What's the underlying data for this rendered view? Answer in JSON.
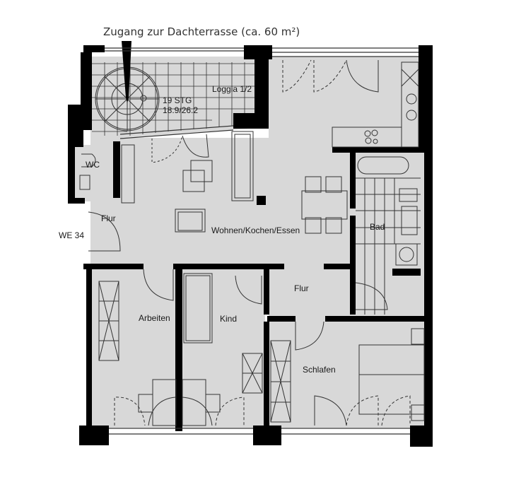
{
  "header": {
    "annotation": "Zugang zur Dachterrasse (ca. 60 m²)"
  },
  "stair": {
    "steps": "19 STG",
    "ratio": "18.9/26.2"
  },
  "rooms": {
    "loggia": "Loggia 1/2",
    "wc": "WC",
    "flur_entry": "Flur",
    "unit": "WE 34",
    "living": "Wohnen/Kochen/Essen",
    "bath": "Bad",
    "flur_hall": "Flur",
    "study": "Arbeiten",
    "child": "Kind",
    "bedroom": "Schlafen"
  },
  "colors": {
    "floor": "#d8d8d8",
    "wall": "#000000",
    "line": "#333333"
  }
}
